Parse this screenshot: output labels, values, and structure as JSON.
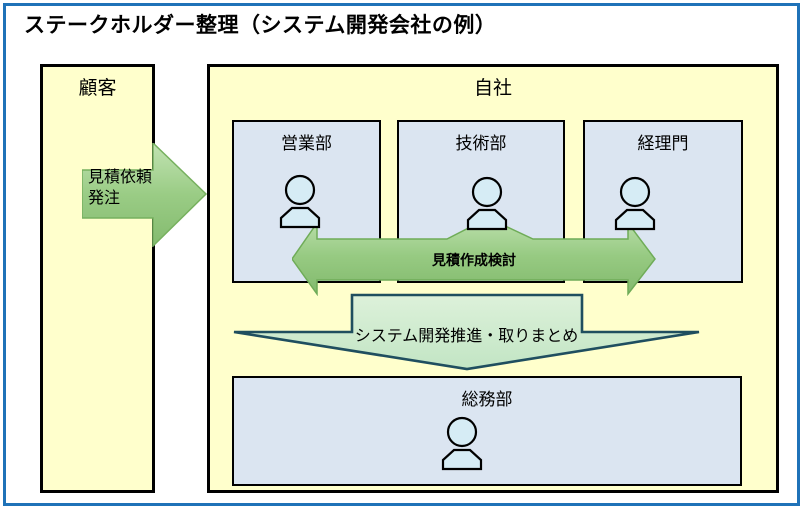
{
  "title": "ステークホルダー整理（システム開発会社の例）",
  "customer": {
    "label": "顧客"
  },
  "company": {
    "label": "自社"
  },
  "departments": [
    {
      "label": "営業部"
    },
    {
      "label": "技術部"
    },
    {
      "label": "経理門"
    }
  ],
  "general_affairs": {
    "label": "総務部"
  },
  "arrows": {
    "request": {
      "label": "見積依頼\n発注"
    },
    "estimate": {
      "label": "見積作成検討"
    },
    "promotion": {
      "label": "システム開発推進・取りまとめ"
    }
  },
  "icons": {
    "person": "person-icon"
  },
  "colors": {
    "frame_border": "#1F72B8",
    "panel_fill": "#FFFFCC",
    "box_border": "#000000",
    "dept_fill": "#DBE5F1",
    "person_fill": "#D6ECF5",
    "green_arrow_fill_top": "#BFE1B0",
    "green_arrow_fill_bottom": "#84BB6F",
    "green_arrow_border": "#76B05E",
    "promotion_fill": "#CFEACD",
    "promotion_border": "#1F4E5F"
  }
}
